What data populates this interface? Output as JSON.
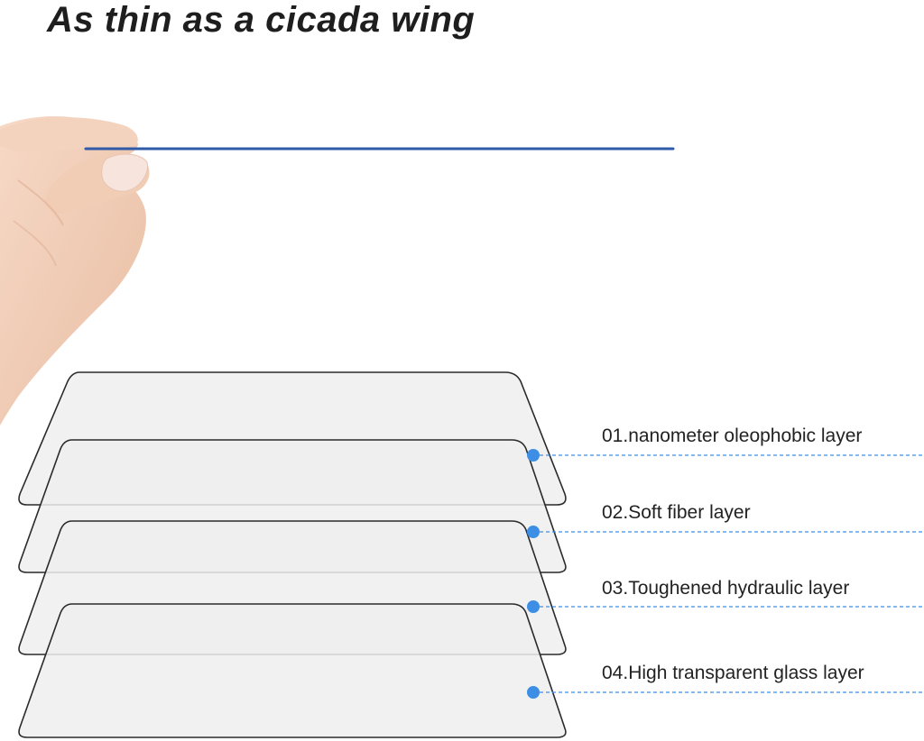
{
  "headline": "As thin as a cicada wing",
  "colors": {
    "film_line": "#2f5aa8",
    "accent_dot": "#3d8fe6",
    "panel_outline": "#2a2a2a",
    "panel_fill": "#eeeeee"
  },
  "icons": {
    "hand": "hand-holding-film-icon"
  },
  "layers": [
    {
      "label": "01.nanometer oleophobic layer"
    },
    {
      "label": "02.Soft fiber layer"
    },
    {
      "label": "03.Toughened hydraulic layer"
    },
    {
      "label": "04.High transparent glass layer"
    }
  ]
}
